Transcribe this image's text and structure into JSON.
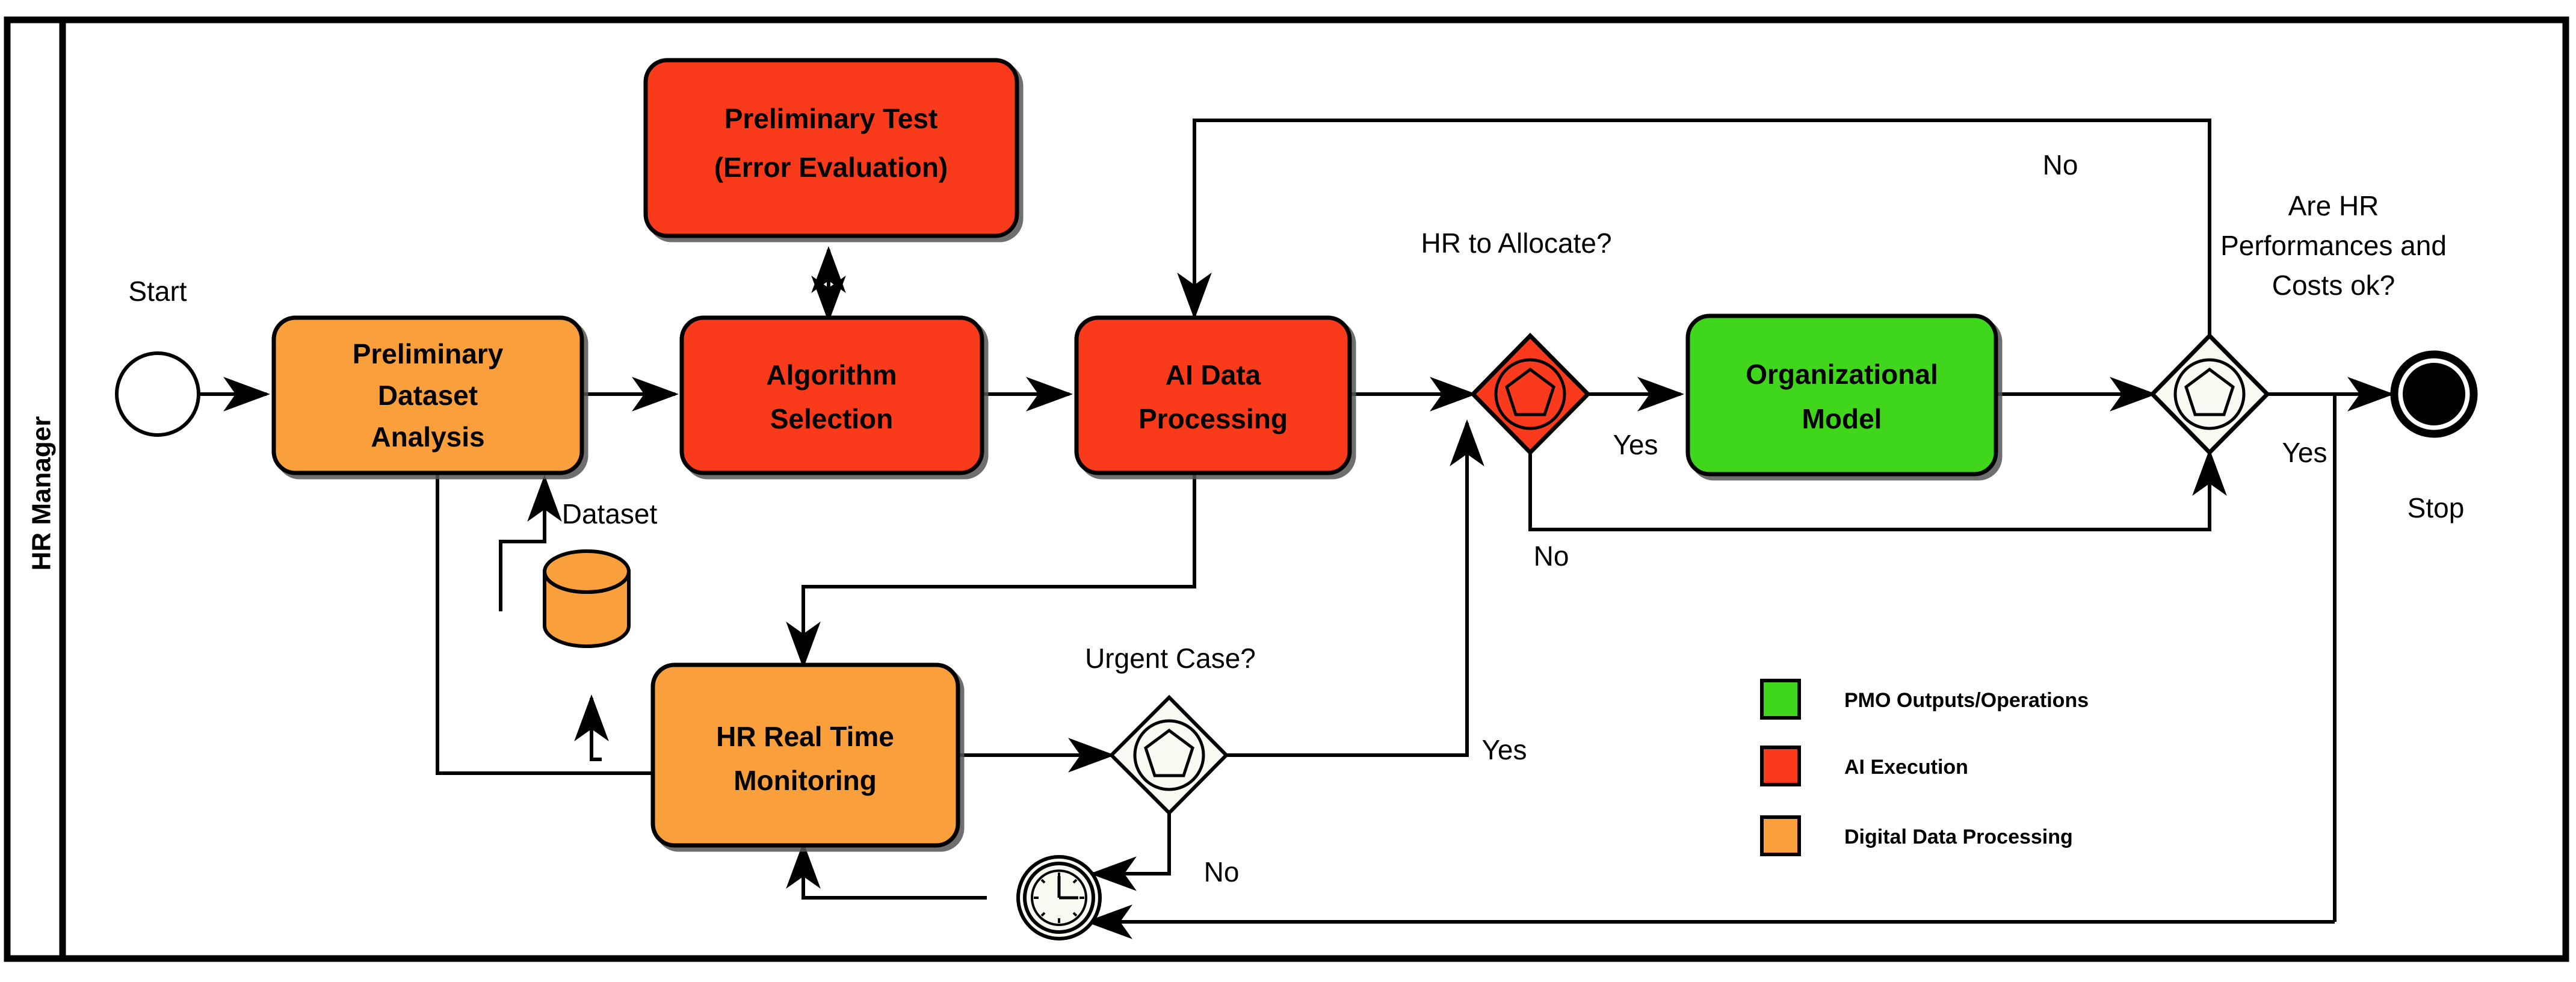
{
  "diagram": {
    "type": "bpmn-flowchart",
    "lane": {
      "label": "HR Manager"
    },
    "events": {
      "start": {
        "label": "Start",
        "shape": "start-event-circle"
      },
      "stop": {
        "label": "Stop",
        "shape": "end-event-filled-circle"
      },
      "timer": {
        "label": "",
        "shape": "intermediate-timer-event"
      }
    },
    "tasks": [
      {
        "id": "preliminary-dataset-analysis",
        "line1": "Preliminary",
        "line2": "Dataset",
        "line3": "Analysis",
        "color": "#F9A03C",
        "category": "Digital Data Processing"
      },
      {
        "id": "preliminary-test",
        "line1": "Preliminary Test",
        "line2": "(Error Evaluation)",
        "line3": "",
        "color": "#F93A1C",
        "category": "AI Execution"
      },
      {
        "id": "algorithm-selection",
        "line1": "Algorithm",
        "line2": "Selection",
        "line3": "",
        "color": "#F93A1C",
        "category": "AI Execution"
      },
      {
        "id": "ai-data-processing",
        "line1": "AI Data",
        "line2": "Processing",
        "line3": "",
        "color": "#F93A1C",
        "category": "AI Execution"
      },
      {
        "id": "organizational-model",
        "line1": "Organizational",
        "line2": "Model",
        "line3": "",
        "color": "#3FD61C",
        "category": "PMO Outputs/Operations"
      },
      {
        "id": "hr-real-time-monitoring",
        "line1": "HR Real Time",
        "line2": "Monitoring",
        "line3": "",
        "color": "#F9A03C",
        "category": "Digital Data Processing"
      }
    ],
    "data_store": {
      "label": "Dataset",
      "color": "#F9A03C"
    },
    "gateways": [
      {
        "id": "hr-to-allocate",
        "label": "HR to Allocate?",
        "fill": "#F93A1C",
        "yes": "Yes",
        "no": "No"
      },
      {
        "id": "are-hr-performances-and-costs-ok",
        "label_line1": "Are HR",
        "label_line2": "Performances and",
        "label_line3": "Costs ok?",
        "fill": "#FAFAF2",
        "yes": "Yes",
        "no": "No"
      },
      {
        "id": "urgent-case",
        "label": "Urgent Case?",
        "fill": "#FAFAF2",
        "yes": "Yes",
        "no": "No"
      }
    ],
    "edge_labels": {
      "allocate_yes": "Yes",
      "allocate_no": "No",
      "performance_yes": "Yes",
      "performance_no": "No",
      "urgent_yes": "Yes",
      "urgent_no": "No"
    },
    "legend": {
      "items": [
        {
          "label": "PMO Outputs/Operations",
          "color": "#3FD61C"
        },
        {
          "label": "AI Execution",
          "color": "#F93A1C"
        },
        {
          "label": "Digital Data Processing",
          "color": "#F9A03C"
        }
      ]
    },
    "colors": {
      "green": "#3FD61C",
      "red": "#F93A1C",
      "orange": "#F9A03C",
      "stroke": "#000000",
      "gateway_fill": "#FAFAF2",
      "background": "#FFFFFF"
    }
  }
}
